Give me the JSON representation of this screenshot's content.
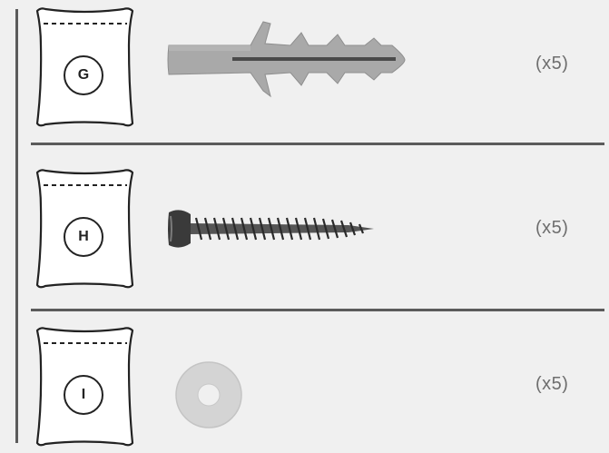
{
  "items": [
    {
      "letter": "G",
      "part_icon": "wall-plug-icon",
      "quantity": "(x5)"
    },
    {
      "letter": "H",
      "part_icon": "screw-icon",
      "quantity": "(x5)"
    },
    {
      "letter": "I",
      "part_icon": "washer-icon",
      "quantity": "(x5)"
    }
  ],
  "colors": {
    "background": "#f0f0f0",
    "line": "#5b5b5b",
    "text": "#6e6e6e",
    "plug": "#a9a9a9",
    "washer": "#d4d4d4"
  }
}
